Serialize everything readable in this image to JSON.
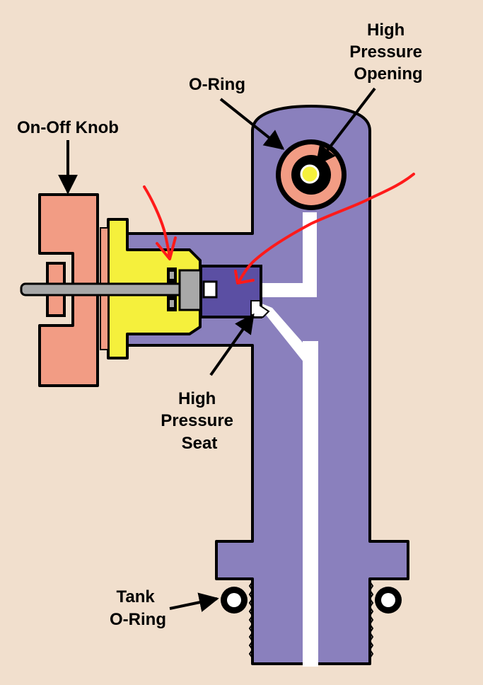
{
  "labels": {
    "high_pressure_opening": [
      "High",
      "Pressure",
      "Opening"
    ],
    "o_ring": "O-Ring",
    "on_off_knob": "On-Off Knob",
    "high_pressure_seat": [
      "High",
      "Pressure",
      "Seat"
    ],
    "tank_o_ring": [
      "Tank",
      "O-Ring"
    ]
  },
  "colors": {
    "background": "#f1dfcd",
    "valve_body": "#8a80bd",
    "seat_block": "#5b4fa3",
    "knob": "#f29c84",
    "bonnet": "#f5f03c",
    "o_ring": "#f29c84",
    "annotation": "#ff1a1a"
  }
}
